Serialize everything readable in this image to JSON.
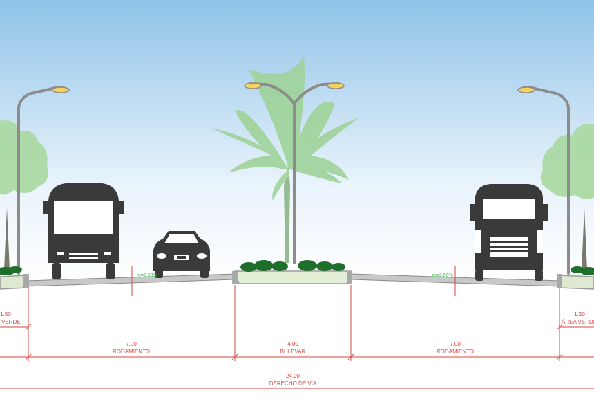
{
  "slope_labels": {
    "left": "m=2.50%",
    "right": "m=2.50%"
  },
  "dimensions": {
    "left_green": {
      "value": "1.50",
      "label": "ÁREA VERDE"
    },
    "left_lanes": {
      "value": "7.00",
      "label": "RODAMIENTO"
    },
    "median": {
      "value": "4.00",
      "label": "BULEVAR"
    },
    "right_lanes": {
      "value": "7.00",
      "label": "RODAMIENTO"
    },
    "right_green": {
      "value": "1.50",
      "label": "ÁREA VERDE"
    },
    "total": {
      "value": "24.00",
      "label": "DERECHO DE VÍA"
    }
  },
  "colors": {
    "sky_top": "#8ec3e8",
    "sky_bottom": "#ffffff",
    "vehicle": "#3a3a3a",
    "dimension_line": "#d9473f",
    "slope_text": "#3fb54a",
    "tree": "#9fd39a",
    "shrub": "#1f6e2b",
    "curb": "#a8a8a8"
  },
  "icons": [
    "bus-icon",
    "car-icon",
    "truck-icon",
    "palm-tree-icon",
    "tree-icon",
    "street-lamp-icon"
  ]
}
